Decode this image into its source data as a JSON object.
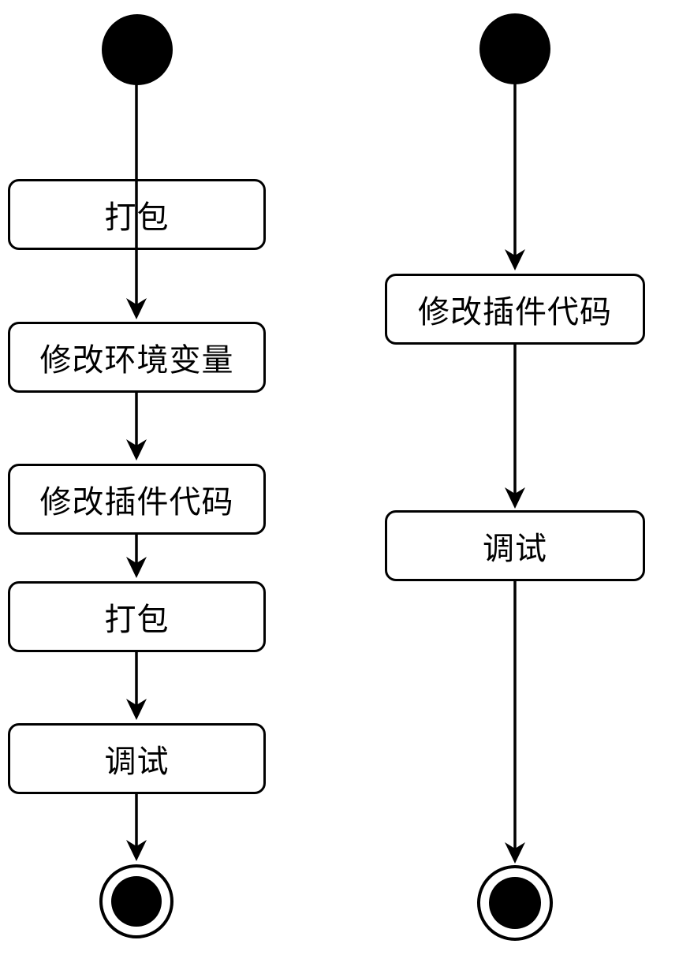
{
  "diagram": {
    "type": "uml-activity-flowchart",
    "colors": {
      "stroke": "#000000",
      "node_fill": "#ffffff",
      "start_end_fill": "#000000",
      "text": "#000000",
      "background": "#ffffff"
    },
    "flows": [
      {
        "name": "left-flow",
        "start": "initial-node",
        "steps": [
          "打包",
          "修改环境变量",
          "修改插件代码",
          "打包",
          "调试"
        ],
        "end": "final-node"
      },
      {
        "name": "right-flow",
        "start": "initial-node",
        "steps": [
          "修改插件代码",
          "调试"
        ],
        "end": "final-node"
      }
    ]
  }
}
